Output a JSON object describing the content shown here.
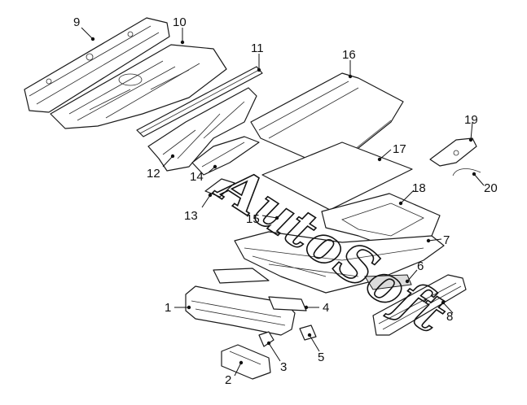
{
  "watermark": "AutoSoft",
  "callouts": [
    {
      "id": "1",
      "label": "1"
    },
    {
      "id": "2",
      "label": "2"
    },
    {
      "id": "3",
      "label": "3"
    },
    {
      "id": "4",
      "label": "4"
    },
    {
      "id": "5",
      "label": "5"
    },
    {
      "id": "6",
      "label": "6"
    },
    {
      "id": "7",
      "label": "7"
    },
    {
      "id": "8",
      "label": "8"
    },
    {
      "id": "9",
      "label": "9"
    },
    {
      "id": "10",
      "label": "10"
    },
    {
      "id": "11",
      "label": "11"
    },
    {
      "id": "12",
      "label": "12"
    },
    {
      "id": "13",
      "label": "13"
    },
    {
      "id": "14",
      "label": "14"
    },
    {
      "id": "15",
      "label": "15"
    },
    {
      "id": "16",
      "label": "16"
    },
    {
      "id": "17",
      "label": "17"
    },
    {
      "id": "18",
      "label": "18"
    },
    {
      "id": "19",
      "label": "19"
    },
    {
      "id": "20",
      "label": "20"
    }
  ]
}
